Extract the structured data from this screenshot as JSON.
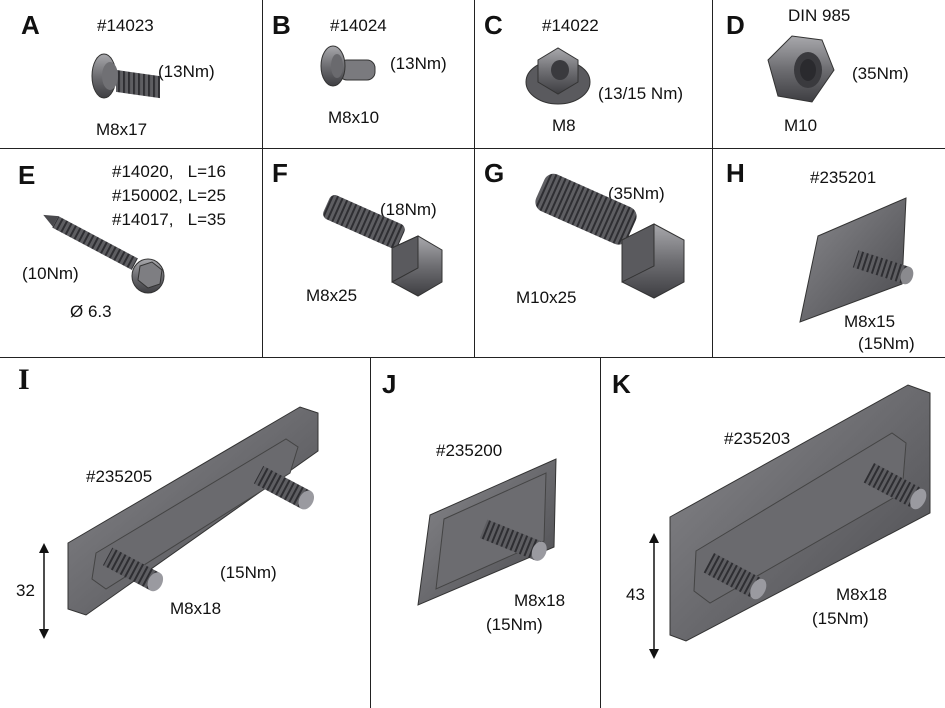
{
  "panels": {
    "A": {
      "letter": "A",
      "part_no": "#14023",
      "torque": "(13Nm)",
      "size": "M8x17"
    },
    "B": {
      "letter": "B",
      "part_no": "#14024",
      "torque": "(13Nm)",
      "size": "M8x10"
    },
    "C": {
      "letter": "C",
      "part_no": "#14022",
      "torque": "(13/15 Nm)",
      "size": "M8"
    },
    "D": {
      "letter": "D",
      "standard": "DIN 985",
      "torque": "(35Nm)",
      "size": "M10"
    },
    "E": {
      "letter": "E",
      "variants": [
        "#14020,   L=16",
        "#150002, L=25",
        "#14017,   L=35"
      ],
      "torque": "(10Nm)",
      "size": "Ø 6.3"
    },
    "F": {
      "letter": "F",
      "torque": "(18Nm)",
      "size": "M8x25"
    },
    "G": {
      "letter": "G",
      "torque": "(35Nm)",
      "size": "M10x25"
    },
    "H": {
      "letter": "H",
      "part_no": "#235201",
      "size": "M8x15",
      "torque": "(15Nm)"
    },
    "I": {
      "letter": "I",
      "part_no": "#235205",
      "torque": "(15Nm)",
      "size": "M8x18",
      "dimension": "32"
    },
    "J": {
      "letter": "J",
      "part_no": "#235200",
      "size": "M8x18",
      "torque": "(15Nm)"
    },
    "K": {
      "letter": "K",
      "part_no": "#235203",
      "size": "M8x18",
      "torque": "(15Nm)",
      "dimension": "43"
    }
  },
  "colors": {
    "metal": "#6e6e72",
    "metal_dark": "#46464a",
    "metal_light": "#9c9ca0",
    "border": "#222222"
  }
}
